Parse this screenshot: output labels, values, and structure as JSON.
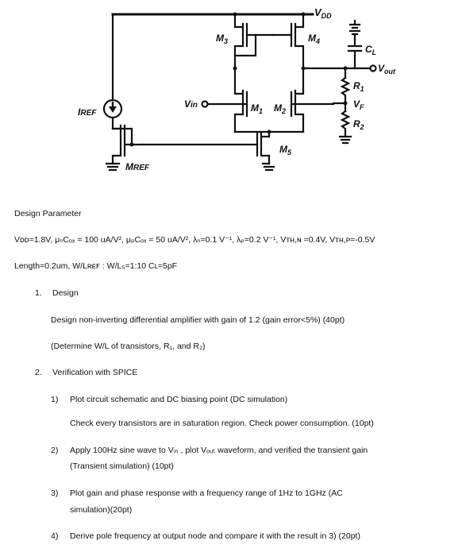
{
  "schematic": {
    "labels": {
      "vdd": "V",
      "vdd_sub": "DD",
      "m3": "M",
      "m3_sub": "3",
      "m4": "M",
      "m4_sub": "4",
      "cl": "C",
      "cl_sub": "L",
      "vout": "V",
      "vout_sub": "out",
      "r1": "R",
      "r1_sub": "1",
      "vf": "V",
      "vf_sub": "F",
      "r2": "R",
      "r2_sub": "2",
      "iref": "I",
      "iref_sub": "REF",
      "vin": "V",
      "vin_sub": "in",
      "m1": "M",
      "m1_sub": "1",
      "m2": "M",
      "m2_sub": "2",
      "m5": "M",
      "m5_sub": "5",
      "mref": "M",
      "mref_sub": "REF"
    }
  },
  "doc": {
    "heading": "Design Parameter",
    "param_line1": "Vᴅᴅ=1.8V, μₙCₒₓ = 100 uA/V², μₚCₒₓ = 50 uA/V², λₙ=0.1 V⁻¹, λₚ=0.2 V⁻¹, Vᴛʜ,ɴ =0.4V, Vᴛʜ,ᴘ=-0.5V",
    "param_line2": "Length=0.2um, W/Lʀᴇꜰ : W/L₅=1:10 Cʟ=5pF",
    "item1_num": "1.",
    "item1_title": "Design",
    "item1_line1": "Design non-inverting differential amplifier with gain of 1.2 (gain error<5%) (40pt)",
    "item1_line2": "(Determine W/L of transistors, R₁, and R₂)",
    "item2_num": "2.",
    "item2_title": "Verification with SPICE",
    "sub1_num": "1)",
    "sub1_line1": "Plot circuit schematic and DC biasing point (DC simulation)",
    "sub1_line2": "Check every transistors are in saturation region. Check power consumption. (10pt)",
    "sub2_num": "2)",
    "sub2_line1": "Apply 100Hz sine wave to Vᵢₙ , plot Vₒᵤₜ waveform, and verified the transient gain",
    "sub2_line2": "(Transient simulation) (10pt)",
    "sub3_num": "3)",
    "sub3_line1": "Plot gain and phase response with a frequency range of 1Hz to 1GHz (AC",
    "sub3_line2": "simulation)(20pt)",
    "sub4_num": "4)",
    "sub4_line1": "Derive pole frequency at output node and compare it with the result in 3) (20pt)"
  }
}
